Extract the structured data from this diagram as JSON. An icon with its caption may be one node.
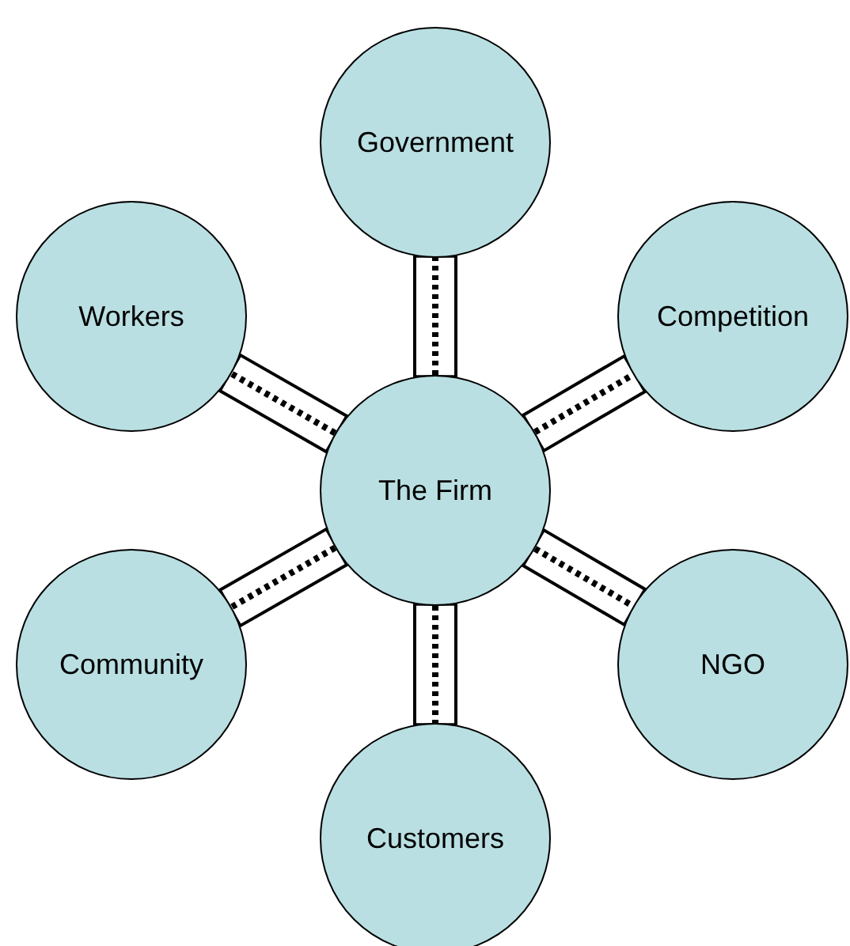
{
  "diagram": {
    "nodes": [
      {
        "text": [
          "Government"
        ]
      },
      {
        "text": [
          "Workers"
        ]
      },
      {
        "text": [
          "Competition"
        ]
      },
      {
        "text": [
          "The Firm"
        ]
      },
      {
        "text": [
          "Community"
        ]
      },
      {
        "text": [
          "NGO"
        ]
      },
      {
        "text": [
          "Customers"
        ]
      }
    ],
    "edges": [
      {
        "from": 3,
        "to": 0,
        "arrow": "none"
      },
      {
        "from": 3,
        "to": 1,
        "arrow": "none"
      },
      {
        "from": 3,
        "to": 2,
        "arrow": "none"
      },
      {
        "from": 3,
        "to": 4,
        "arrow": "none"
      },
      {
        "from": 3,
        "to": 5,
        "arrow": "none"
      },
      {
        "from": 3,
        "to": 6,
        "arrow": "none"
      }
    ]
  }
}
